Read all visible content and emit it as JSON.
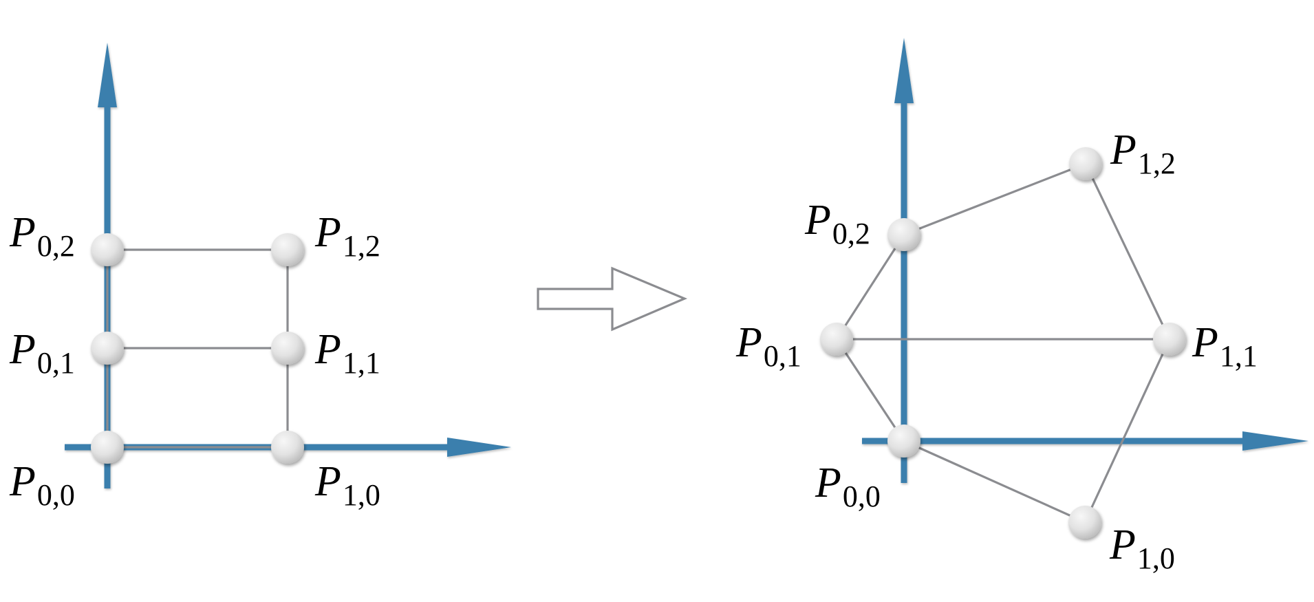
{
  "diagram": {
    "panels": [
      {
        "id": "left",
        "points": [
          {
            "id": "p00",
            "base": "P",
            "sub": "0,0"
          },
          {
            "id": "p01",
            "base": "P",
            "sub": "0,1"
          },
          {
            "id": "p02",
            "base": "P",
            "sub": "0,2"
          },
          {
            "id": "p10",
            "base": "P",
            "sub": "1,0"
          },
          {
            "id": "p11",
            "base": "P",
            "sub": "1,1"
          },
          {
            "id": "p12",
            "base": "P",
            "sub": "1,2"
          }
        ],
        "edges": [
          [
            "p02",
            "p12"
          ],
          [
            "p01",
            "p11"
          ],
          [
            "p00",
            "p10"
          ],
          [
            "p12",
            "p11"
          ],
          [
            "p11",
            "p10"
          ],
          [
            "p02",
            "p01"
          ],
          [
            "p01",
            "p00"
          ]
        ]
      },
      {
        "id": "right",
        "points": [
          {
            "id": "p00",
            "base": "P",
            "sub": "0,0"
          },
          {
            "id": "p01",
            "base": "P",
            "sub": "0,1"
          },
          {
            "id": "p02",
            "base": "P",
            "sub": "0,2"
          },
          {
            "id": "p10",
            "base": "P",
            "sub": "1,0"
          },
          {
            "id": "p11",
            "base": "P",
            "sub": "1,1"
          },
          {
            "id": "p12",
            "base": "P",
            "sub": "1,2"
          }
        ],
        "edges": [
          [
            "p02",
            "p12"
          ],
          [
            "p12",
            "p11"
          ],
          [
            "p01",
            "p11"
          ],
          [
            "p02",
            "p01"
          ],
          [
            "p01",
            "p00"
          ],
          [
            "p00",
            "p10"
          ],
          [
            "p10",
            "p11"
          ]
        ]
      }
    ],
    "colors": {
      "axis": "#3a7fad",
      "edge": "#8b8c90",
      "node_light": "#f7f7f7",
      "node_dark": "#b9b9b9"
    }
  }
}
